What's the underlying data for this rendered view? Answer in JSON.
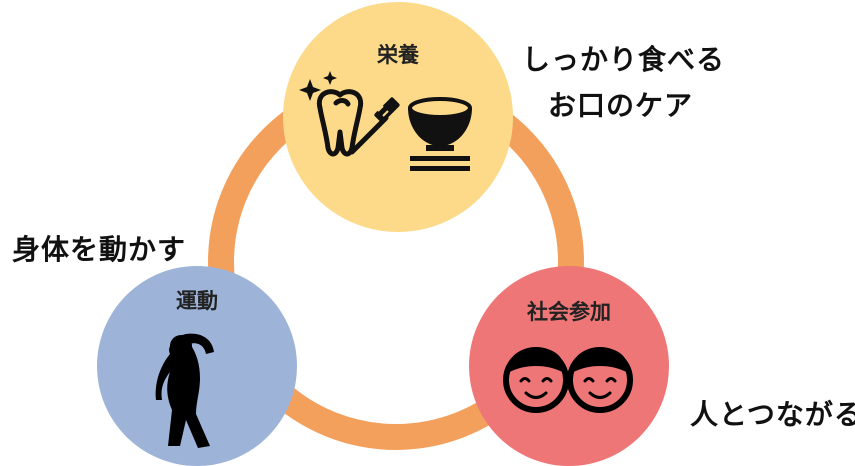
{
  "nodes": {
    "nutrition": {
      "label": "栄養",
      "color": "#FCDA8A",
      "icons": [
        "sparkle-icon",
        "tooth-icon",
        "toothbrush-icon",
        "rice-bowl-icon"
      ]
    },
    "exercise": {
      "label": "運動",
      "color": "#9DB3D8",
      "icons": [
        "stretching-person-icon"
      ]
    },
    "social": {
      "label": "社会参加",
      "color": "#EE7676",
      "icons": [
        "smiling-faces-icon"
      ]
    }
  },
  "ring_color": "#F4A05D",
  "captions": {
    "nutrition_line1": "しっかり食べる",
    "nutrition_line2": "お口のケア",
    "exercise": "身体を動かす",
    "social": "人とつながる"
  }
}
